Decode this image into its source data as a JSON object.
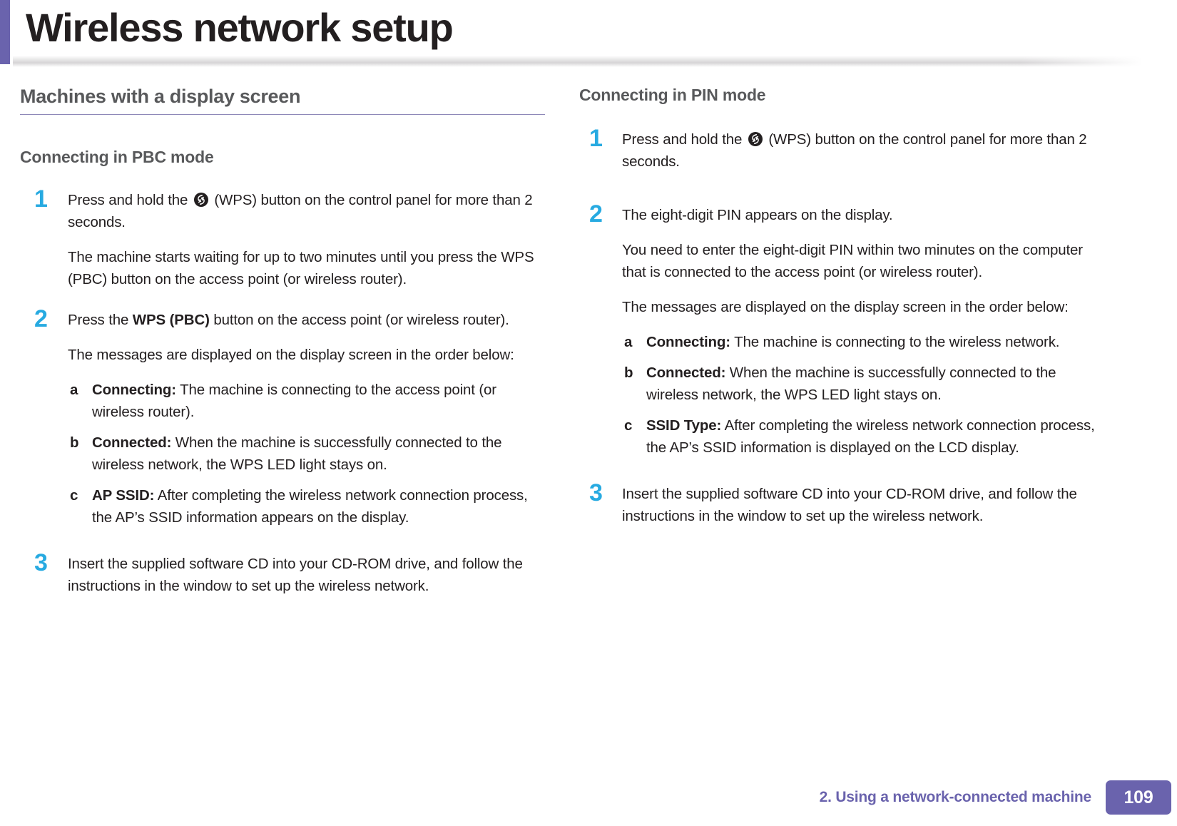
{
  "header": {
    "title": "Wireless network setup",
    "accent_color": "#6a63ad"
  },
  "colors": {
    "accent_purple": "#6a63ad",
    "step_number_blue": "#27aae1",
    "heading_gray": "#58595b",
    "body_black": "#231f20",
    "rule_purple": "#8e88b8"
  },
  "left_column": {
    "section_heading": "Machines with a display screen",
    "sub_heading": "Connecting in PBC mode",
    "steps": [
      {
        "number": "1",
        "paras": [
          {
            "pre": "Press and hold the ",
            "icon": "wps-icon",
            "post": " (WPS) button on the control panel for more than 2 seconds."
          },
          {
            "text": "The machine starts waiting for up to two minutes until you press the WPS (PBC) button on the access point (or wireless router)."
          }
        ]
      },
      {
        "number": "2",
        "paras": [
          {
            "pre": "Press the ",
            "bold": "WPS (PBC)",
            "post": " button on the access point (or wireless router)."
          },
          {
            "text": "The messages are displayed on the display screen in the order below:"
          }
        ],
        "sublist": [
          {
            "letter": "a",
            "bold": "Connecting:",
            "text": " The machine is connecting to the access point (or wireless router)."
          },
          {
            "letter": "b",
            "bold": "Connected:",
            "text": " When the machine is successfully connected to the wireless network, the WPS LED light stays on."
          },
          {
            "letter": "c",
            "bold": "AP SSID:",
            "text": " After completing the wireless network connection process, the AP’s SSID information appears on the display."
          }
        ]
      },
      {
        "number": "3",
        "paras": [
          {
            "text": "Insert the supplied software CD into your CD-ROM drive, and follow the instructions in the window to set up the wireless network."
          }
        ]
      }
    ]
  },
  "right_column": {
    "sub_heading": "Connecting in PIN mode",
    "steps": [
      {
        "number": "1",
        "paras": [
          {
            "pre": "Press and hold the ",
            "icon": "wps-icon",
            "post": " (WPS) button on the control panel for more than 2 seconds."
          }
        ]
      },
      {
        "number": "2",
        "paras": [
          {
            "text": "The eight-digit PIN appears on the display."
          },
          {
            "text": "You need to enter the eight-digit PIN within two minutes on the computer that is connected to the access point (or wireless router)."
          },
          {
            "text": "The messages are displayed on the display screen in the order below:"
          }
        ],
        "sublist": [
          {
            "letter": "a",
            "bold": "Connecting:",
            "text": " The machine is connecting to the wireless network."
          },
          {
            "letter": "b",
            "bold": "Connected:",
            "text": " When the machine is successfully connected to the wireless network, the WPS LED light stays on."
          },
          {
            "letter": "c",
            "bold": "SSID Type:",
            "text": " After completing the wireless network connection process, the AP’s SSID information is displayed on the LCD display."
          }
        ]
      },
      {
        "number": "3",
        "paras": [
          {
            "text": "Insert the supplied software CD into your CD-ROM drive, and follow the instructions in the window to set up the wireless network."
          }
        ]
      }
    ]
  },
  "footer": {
    "chapter_text": "2.  Using a network-connected machine",
    "page_number": "109"
  }
}
